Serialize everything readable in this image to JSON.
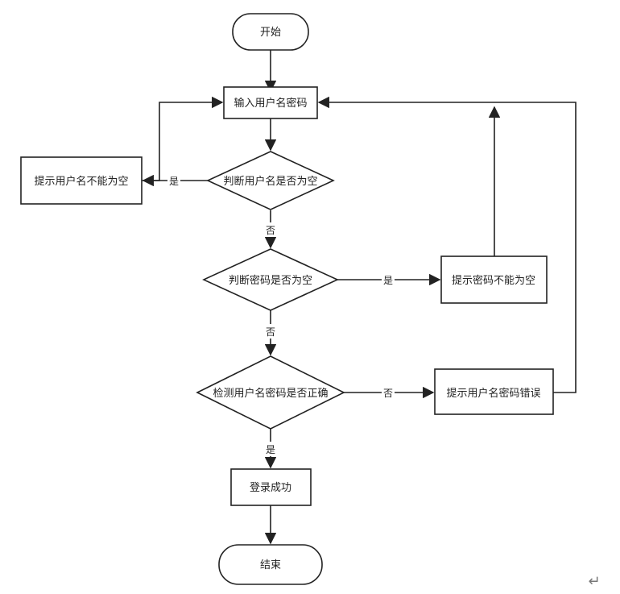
{
  "flowchart": {
    "nodes": {
      "start": "开始",
      "input": "输入用户名密码",
      "check_user_empty": "判断用户名是否为空",
      "user_empty_msg": "提示用户名不能为空",
      "check_pwd_empty": "判断密码是否为空",
      "pwd_empty_msg": "提示密码不能为空",
      "check_correct": "检测用户名密码是否正确",
      "wrong_msg": "提示用户名密码错误",
      "login_ok": "登录成功",
      "end": "结束"
    },
    "edge_labels": {
      "user_empty_yes": "是",
      "user_empty_no": "否",
      "pwd_empty_yes": "是",
      "pwd_empty_no": "否",
      "correct_no": "否",
      "correct_yes": "是"
    }
  },
  "footer": {
    "return_mark": "↵"
  }
}
